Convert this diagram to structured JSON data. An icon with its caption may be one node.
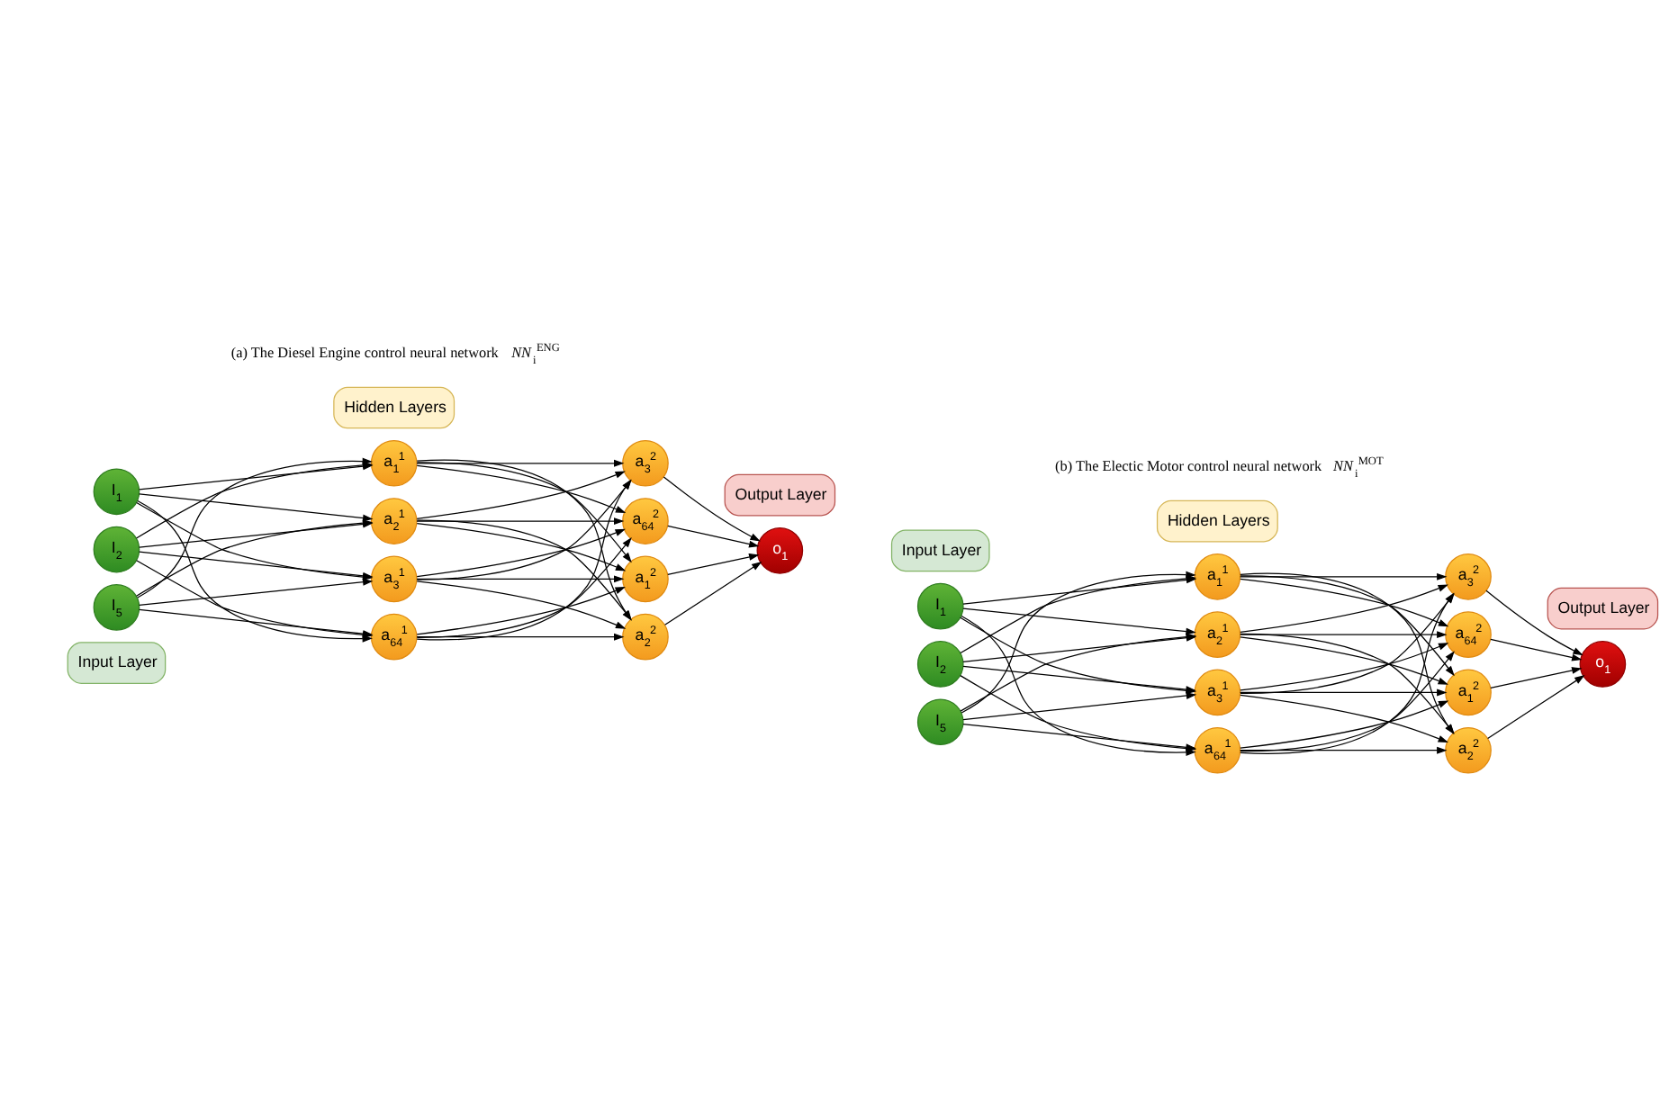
{
  "diagram": {
    "nodes": [
      {
        "text": [
          "Input Layer"
        ]
      },
      {
        "text": [
          "Hidden Layers"
        ]
      },
      {
        "text": [
          "Output Layer"
        ]
      },
      {
        "text": [
          "I$_{1}$"
        ]
      },
      {
        "text": [
          "I$_{2}$"
        ]
      },
      {
        "text": [
          "I$_{5}$"
        ]
      },
      {
        "text": [
          "a$_{1}$$^{1}$"
        ]
      },
      {
        "text": [
          "a$_{2}$$^{1}$"
        ]
      },
      {
        "text": [
          "a$_{3}$$^{1}$"
        ]
      },
      {
        "text": [
          "a$_{64}$$^{1}$"
        ]
      },
      {
        "text": [
          "a$_{1}$$^{2}$"
        ]
      },
      {
        "text": [
          "a$_{2}$$^{2}$"
        ]
      },
      {
        "text": [
          "a$_{3}$$^{2}$"
        ]
      },
      {
        "text": [
          "a$_{64}$$^{2}$"
        ]
      },
      {
        "text": [
          "o$_{1}$"
        ]
      },
      {
        "text": [
          "Input Layer"
        ]
      },
      {
        "text": [
          "Hidden Layers"
        ]
      },
      {
        "text": [
          "Output Layer"
        ]
      },
      {
        "text": [
          "I$_{1}$"
        ]
      },
      {
        "text": [
          "I$_{2}$"
        ]
      },
      {
        "text": [
          "I$_{5}$"
        ]
      },
      {
        "text": [
          "a$_{1}$$^{1}$"
        ]
      },
      {
        "text": [
          "a$_{2}$$^{1}$"
        ]
      },
      {
        "text": [
          "a$_{3}$$^{1}$"
        ]
      },
      {
        "text": [
          "a$_{64}$$^{1}$"
        ]
      },
      {
        "text": [
          "a$_{1}$$^{2}$"
        ]
      },
      {
        "text": [
          "a$_{2}$$^{2}$"
        ]
      },
      {
        "text": [
          "a$_{3}$$^{2}$"
        ]
      },
      {
        "text": [
          "a$_{64}$$^{2}$"
        ]
      },
      {
        "text": [
          "o$_{1}$"
        ]
      }
    ],
    "edges": [
      {
        "from": 3,
        "to": 6,
        "arrow": "to"
      },
      {
        "from": 3,
        "to": 7,
        "arrow": "to"
      },
      {
        "from": 3,
        "to": 8,
        "arrow": "to"
      },
      {
        "from": 3,
        "to": 9,
        "arrow": "to"
      },
      {
        "from": 4,
        "to": 6,
        "arrow": "to"
      },
      {
        "from": 4,
        "to": 7,
        "arrow": "to"
      },
      {
        "from": 4,
        "to": 8,
        "arrow": "to"
      },
      {
        "from": 4,
        "to": 9,
        "arrow": "to"
      },
      {
        "from": 5,
        "to": 6,
        "arrow": "to"
      },
      {
        "from": 5,
        "to": 7,
        "arrow": "to"
      },
      {
        "from": 5,
        "to": 8,
        "arrow": "to"
      },
      {
        "from": 5,
        "to": 9,
        "arrow": "to"
      },
      {
        "from": 6,
        "to": 10,
        "arrow": "to"
      },
      {
        "from": 6,
        "to": 11,
        "arrow": "to"
      },
      {
        "from": 6,
        "to": 12,
        "arrow": "to"
      },
      {
        "from": 6,
        "to": 13,
        "arrow": "to"
      },
      {
        "from": 7,
        "to": 10,
        "arrow": "to"
      },
      {
        "from": 7,
        "to": 11,
        "arrow": "to"
      },
      {
        "from": 7,
        "to": 12,
        "arrow": "to"
      },
      {
        "from": 7,
        "to": 13,
        "arrow": "to"
      },
      {
        "from": 8,
        "to": 10,
        "arrow": "to"
      },
      {
        "from": 8,
        "to": 11,
        "arrow": "to"
      },
      {
        "from": 8,
        "to": 12,
        "arrow": "to"
      },
      {
        "from": 8,
        "to": 13,
        "arrow": "to"
      },
      {
        "from": 9,
        "to": 10,
        "arrow": "to"
      },
      {
        "from": 9,
        "to": 11,
        "arrow": "to"
      },
      {
        "from": 9,
        "to": 12,
        "arrow": "to"
      },
      {
        "from": 9,
        "to": 13,
        "arrow": "to"
      },
      {
        "from": 10,
        "to": 14,
        "arrow": "to"
      },
      {
        "from": 11,
        "to": 14,
        "arrow": "to"
      },
      {
        "from": 12,
        "to": 14,
        "arrow": "to"
      },
      {
        "from": 13,
        "to": 14,
        "arrow": "to"
      },
      {
        "from": 18,
        "to": 21,
        "arrow": "to"
      },
      {
        "from": 18,
        "to": 22,
        "arrow": "to"
      },
      {
        "from": 18,
        "to": 23,
        "arrow": "to"
      },
      {
        "from": 18,
        "to": 24,
        "arrow": "to"
      },
      {
        "from": 19,
        "to": 21,
        "arrow": "to"
      },
      {
        "from": 19,
        "to": 22,
        "arrow": "to"
      },
      {
        "from": 19,
        "to": 23,
        "arrow": "to"
      },
      {
        "from": 19,
        "to": 24,
        "arrow": "to"
      },
      {
        "from": 20,
        "to": 21,
        "arrow": "to"
      },
      {
        "from": 20,
        "to": 22,
        "arrow": "to"
      },
      {
        "from": 20,
        "to": 23,
        "arrow": "to"
      },
      {
        "from": 20,
        "to": 24,
        "arrow": "to"
      },
      {
        "from": 21,
        "to": 25,
        "arrow": "to"
      },
      {
        "from": 21,
        "to": 26,
        "arrow": "to"
      },
      {
        "from": 21,
        "to": 27,
        "arrow": "to"
      },
      {
        "from": 21,
        "to": 28,
        "arrow": "to"
      },
      {
        "from": 22,
        "to": 25,
        "arrow": "to"
      },
      {
        "from": 22,
        "to": 26,
        "arrow": "to"
      },
      {
        "from": 22,
        "to": 27,
        "arrow": "to"
      },
      {
        "from": 22,
        "to": 28,
        "arrow": "to"
      },
      {
        "from": 23,
        "to": 25,
        "arrow": "to"
      },
      {
        "from": 23,
        "to": 26,
        "arrow": "to"
      },
      {
        "from": 23,
        "to": 27,
        "arrow": "to"
      },
      {
        "from": 23,
        "to": 28,
        "arrow": "to"
      },
      {
        "from": 24,
        "to": 25,
        "arrow": "to"
      },
      {
        "from": 24,
        "to": 26,
        "arrow": "to"
      },
      {
        "from": 24,
        "to": 27,
        "arrow": "to"
      },
      {
        "from": 24,
        "to": 28,
        "arrow": "to"
      },
      {
        "from": 25,
        "to": 29,
        "arrow": "to"
      },
      {
        "from": 26,
        "to": 29,
        "arrow": "to"
      },
      {
        "from": 27,
        "to": 29,
        "arrow": "to"
      },
      {
        "from": 28,
        "to": 29,
        "arrow": "to"
      }
    ],
    "labels": [
      "(a) The Diesel Engine control neural network *NN*$_{i}$$^{ENG}$",
      "(b) The Electic Motor control neural network *NN*$_{i}$$^{MOT}$"
    ]
  }
}
